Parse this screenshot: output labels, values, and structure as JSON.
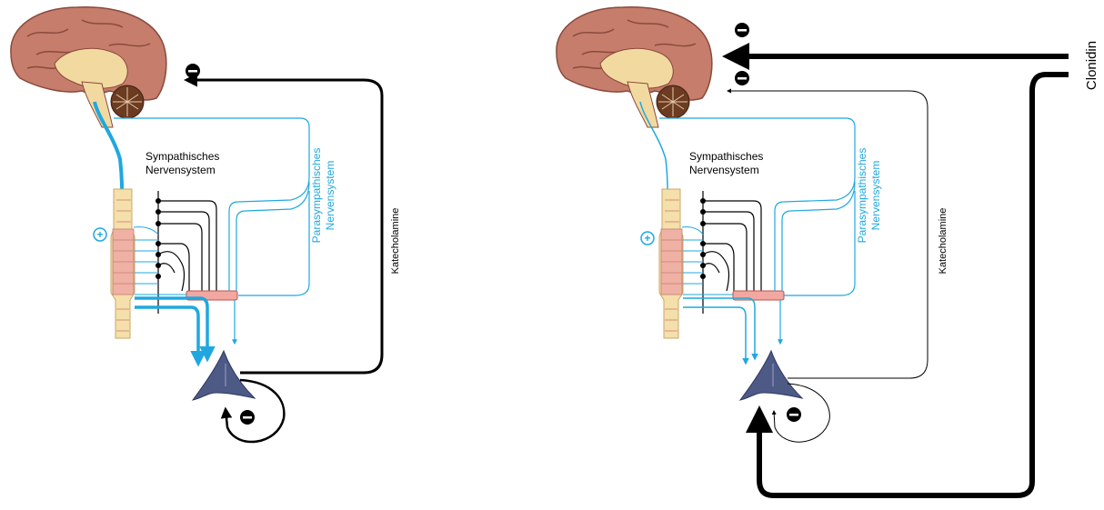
{
  "labels": {
    "sympathetic_line1": "Sympathisches",
    "sympathetic_line2": "Nervensystem",
    "parasympathetic_line1": "Parasympathisches",
    "parasympathetic_line2": "Nervensystem",
    "catecholamine": "Katecholamine",
    "clonidine": "Clonidin",
    "plus": "+",
    "minus": "−"
  },
  "colors": {
    "brain": "#c67d6b",
    "brain_dark": "#8a4a3c",
    "brainstem": "#f2d9a0",
    "cerebellum": "#6b3b22",
    "blue": "#1fa8e0",
    "spine": "#f5dfaa",
    "spine_pink": "#f0b1a5",
    "ganglion": "#f2a8a0",
    "organ": "#4e5a86",
    "black": "#000000"
  }
}
